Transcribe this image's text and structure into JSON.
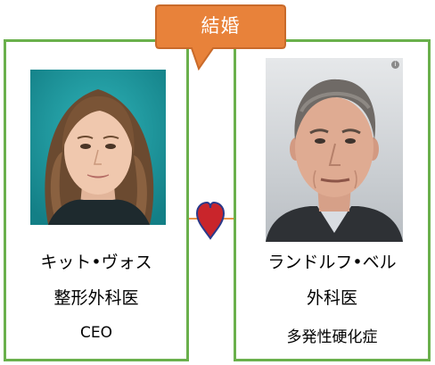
{
  "callout": {
    "label": "結婚"
  },
  "left": {
    "name": "キット•ヴォス",
    "role": "整形外科医",
    "title": "CEO"
  },
  "right": {
    "name": "ランドルフ•ベル",
    "role": "外科医",
    "condition": "多発性硬化症",
    "badge": "i"
  },
  "colors": {
    "card_border": "#6ab04c",
    "callout_fill": "#e8823a",
    "connector": "#e8954a",
    "heart": "#c9252b"
  }
}
